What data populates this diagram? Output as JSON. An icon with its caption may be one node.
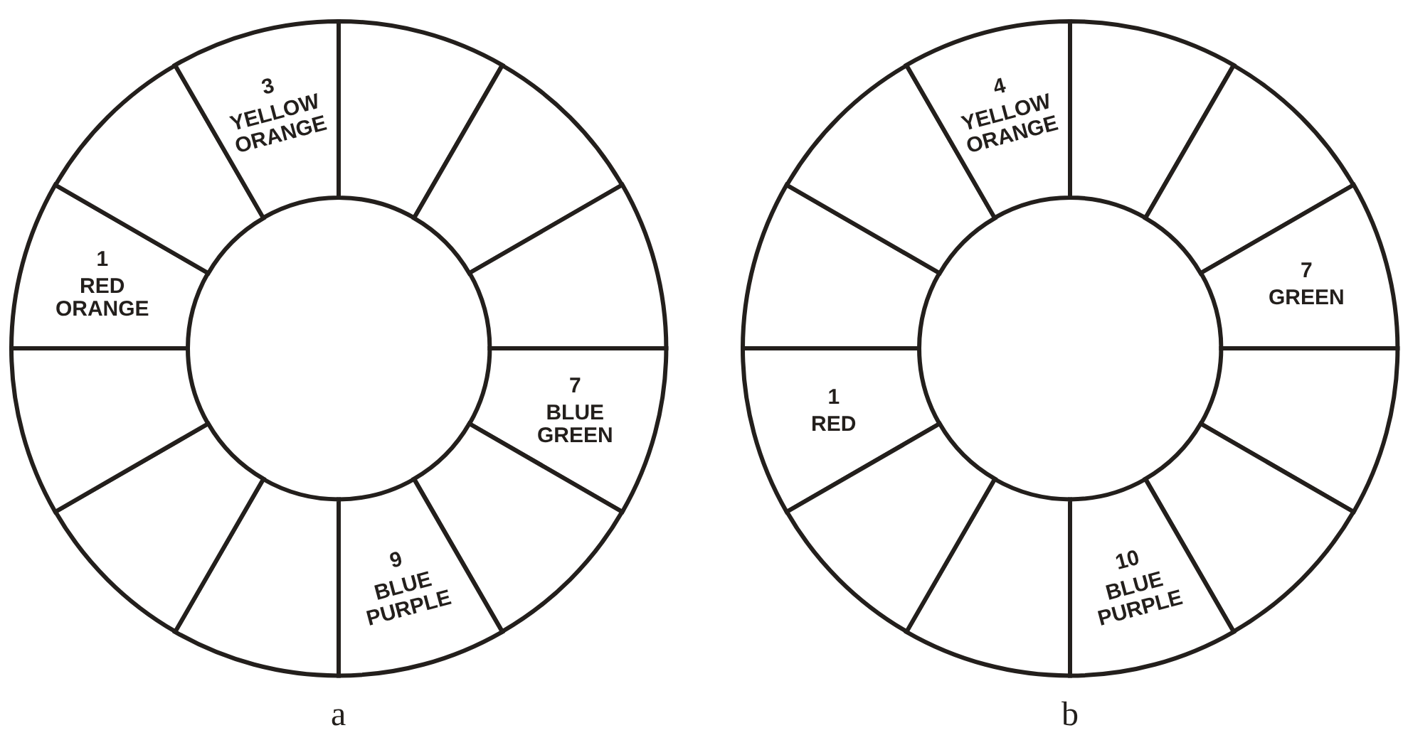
{
  "diagram": {
    "nodes": [
      {
        "text": [
          "1",
          "RED ORANGE"
        ]
      },
      {
        "text": [],
        "shape": "segment"
      },
      {
        "text": [
          "3",
          "YELLOW ORANGE"
        ]
      },
      {
        "text": [],
        "shape": "segment"
      },
      {
        "text": [],
        "shape": "segment"
      },
      {
        "text": [],
        "shape": "segment"
      },
      {
        "text": [
          "7",
          "BLUE GREEN"
        ]
      },
      {
        "text": [],
        "shape": "segment"
      },
      {
        "text": [
          "9",
          "BLUE PURPLE"
        ]
      },
      {
        "text": [],
        "shape": "segment"
      },
      {
        "text": [],
        "shape": "segment"
      },
      {
        "text": [],
        "shape": "segment"
      },
      {
        "text": [
          "1",
          "RED"
        ]
      },
      {
        "text": [],
        "shape": "segment"
      },
      {
        "text": [],
        "shape": "segment"
      },
      {
        "text": [
          "4",
          "YELLOW ORANGE"
        ]
      },
      {
        "text": [],
        "shape": "segment"
      },
      {
        "text": [],
        "shape": "segment"
      },
      {
        "text": [
          "7",
          "GREEN"
        ]
      },
      {
        "text": [],
        "shape": "segment"
      },
      {
        "text": [],
        "shape": "segment"
      },
      {
        "text": [
          "10",
          "BLUE PURPLE"
        ]
      },
      {
        "text": [],
        "shape": "segment"
      },
      {
        "text": [],
        "shape": "segment"
      }
    ],
    "labels": [
      "a",
      "b"
    ]
  }
}
